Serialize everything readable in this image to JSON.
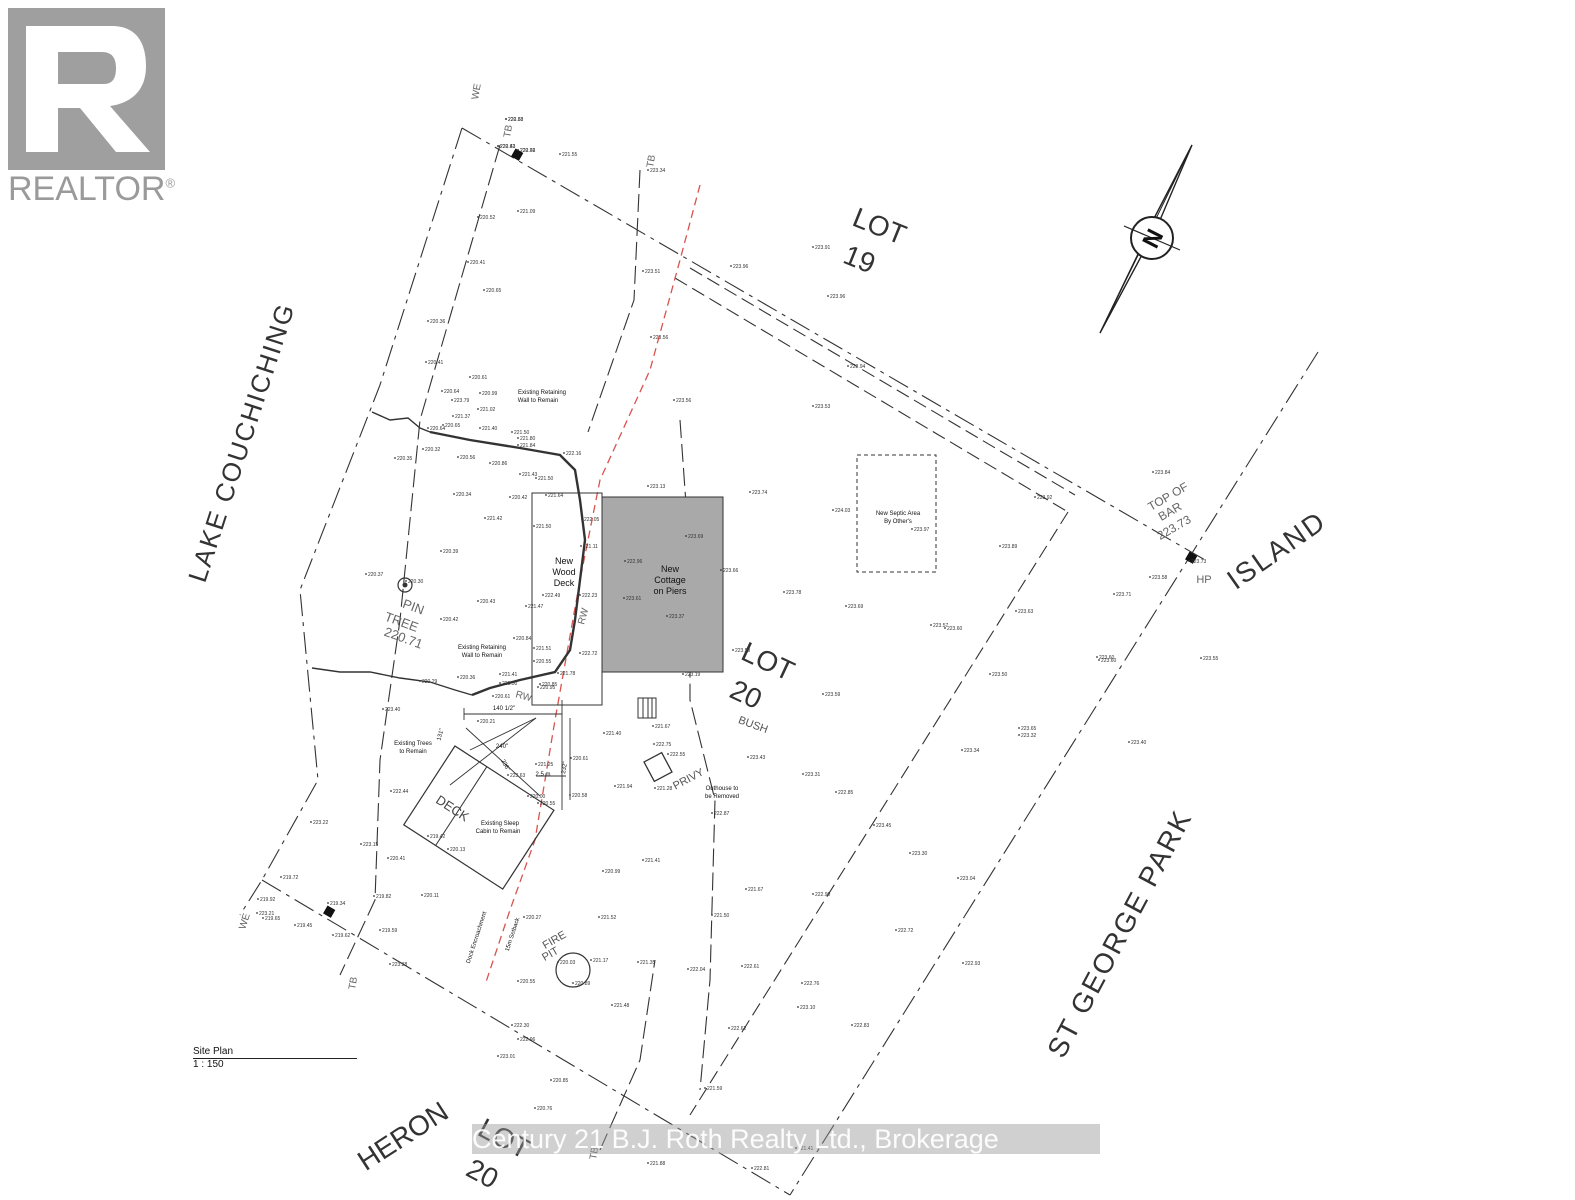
{
  "branding": {
    "realtor_word": "REALTOR",
    "realtor_mark": "®"
  },
  "watermark": "Century 21 B.J. Roth Realty Ltd., Brokerage",
  "plan": {
    "title": "Site Plan",
    "scale": "1 : 150",
    "labels": {
      "lake": "LAKE COUCHICHING",
      "lot19_a": "LOT",
      "lot19_b": "19",
      "lot20_a": "LOT",
      "lot20_b": "20",
      "heron_a": "HERON",
      "heron_b": "LOT",
      "heron_c": "20",
      "island": "ISLAND",
      "park": "ST GEORGE PARK",
      "bush": "BUSH",
      "privy": "PRIVY",
      "deck": "DECK",
      "fire_pit_a": "FIRE",
      "fire_pit_b": "PIT",
      "pin_tree_a": "PIN",
      "pin_tree_b": "TREE",
      "pin_tree_elev": "220.71",
      "top_bar_a": "TOP OF",
      "top_bar_b": "BAR",
      "top_bar_elev": "223.73",
      "hp": "HP",
      "tb": "TB",
      "we": "WE",
      "rw": "RW",
      "cottage_a": "New",
      "cottage_b": "Cottage",
      "cottage_c": "on Piers",
      "deck_new_a": "New",
      "deck_new_b": "Wood",
      "deck_new_c": "Deck",
      "septic_a": "New Septic Area",
      "septic_b": "By Other's",
      "retaining_top_a": "Existing Retaining",
      "retaining_top_b": "Wall to Remain",
      "retaining_bot_a": "Existing Retaining",
      "retaining_bot_b": "Wall to Remain",
      "trees_a": "Existing Trees",
      "trees_b": "to Remain",
      "outhouse_a": "Outhouse to",
      "outhouse_b": "be Removed",
      "cabin_a": "Existing Sleep",
      "cabin_b": "Cabin to Remain",
      "dock_enc": "Dock Encroachment",
      "setback": "15m Setback",
      "dim_140": "140 1/2\"",
      "dim_25": "2.5 m",
      "dim_240": "240\"",
      "dim_232": "232\"",
      "dim_236": "236\"",
      "dim_131": "131\""
    },
    "elevations": [
      "220.38",
      "220.43",
      "220.62",
      "221.55",
      "223.34",
      "221.09",
      "220.52",
      "223.51",
      "220.41",
      "220.65",
      "223.96",
      "223.91",
      "223.96",
      "220.36",
      "223.56",
      "220.41",
      "223.94",
      "220.61",
      "220.64",
      "223.79",
      "220.99",
      "221.37",
      "221.02",
      "223.56",
      "223.53",
      "220.64",
      "220.65",
      "221.40",
      "221.50",
      "221.80",
      "221.84",
      "220.32",
      "220.35",
      "220.56",
      "220.86",
      "221.43",
      "221.50",
      "222.16",
      "220.34",
      "220.42",
      "221.42",
      "221.64",
      "223.13",
      "223.74",
      "224.03",
      "223.92",
      "223.84",
      "220.39",
      "221.50",
      "221.11",
      "222.05",
      "223.69",
      "223.97",
      "222.96",
      "223.66",
      "223.89",
      "220.37",
      "220.30",
      "220.43",
      "221.47",
      "222.49",
      "222.23",
      "223.61",
      "223.78",
      "223.69",
      "223.57",
      "223.60",
      "223.63",
      "223.71",
      "223.58",
      "223.73",
      "220.42",
      "220.84",
      "221.51",
      "220.55",
      "222.72",
      "223.37",
      "223.59",
      "223.60",
      "223.60",
      "223.55",
      "220.29",
      "220.36",
      "221.41",
      "220.50",
      "220.95",
      "221.78",
      "223.19",
      "223.59",
      "223.50",
      "223.65",
      "223.32",
      "223.40",
      "220.21",
      "220.61",
      "220.85",
      "221.40",
      "221.67",
      "222.75",
      "222.55",
      "223.43",
      "223.31",
      "223.34",
      "223.40",
      "223.63",
      "220.61",
      "221.25",
      "221.94",
      "222.44",
      "220.00",
      "220.55",
      "220.58",
      "221.28",
      "222.87",
      "222.85",
      "223.45",
      "223.30",
      "223.22",
      "219.42",
      "220.13",
      "220.41",
      "220.99",
      "221.41",
      "221.67",
      "222.90",
      "223.04",
      "223.15",
      "219.72",
      "219.34",
      "219.92",
      "219.82",
      "220.11",
      "220.27",
      "221.52",
      "221.50",
      "222.72",
      "223.21",
      "219.45",
      "219.65",
      "219.62",
      "219.59",
      "220.03",
      "221.17",
      "221.35",
      "222.04",
      "222.61",
      "222.76",
      "223.10",
      "222.93",
      "223.38",
      "220.55",
      "220.89",
      "221.48",
      "222.30",
      "222.62",
      "222.83",
      "222.96",
      "223.01",
      "220.85",
      "221.59",
      "220.76",
      "221.88",
      "222.81",
      "221.41",
      "222.63",
      "222.82",
      "222.76"
    ]
  }
}
